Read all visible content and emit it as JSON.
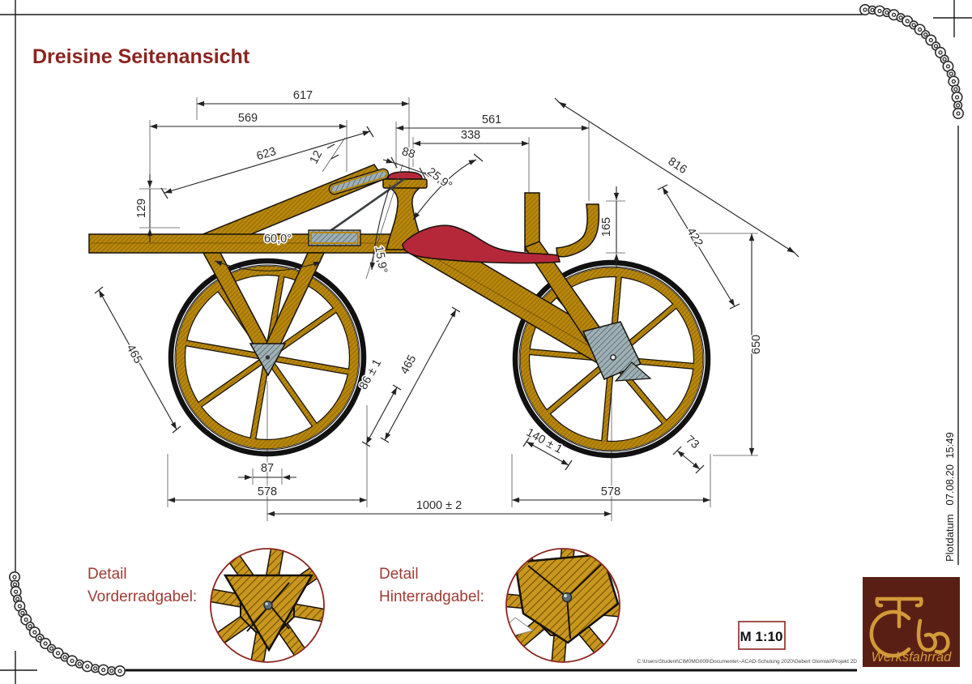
{
  "title": "Dreisine Seitenansicht",
  "dims": {
    "d617": "617",
    "d569": "569",
    "d561": "561",
    "d338": "338",
    "d623": "623",
    "d12": "12",
    "d88": "88",
    "a259": "25,9°",
    "d129": "129",
    "a60": "60,0°",
    "a159": "15,9°",
    "d165": "165",
    "d816": "816",
    "d422": "422",
    "d650": "650",
    "d465f": "465",
    "d86": "86 ± 1",
    "d465r": "465",
    "d140": "140 ± 1",
    "d73": "73",
    "d87": "87",
    "d578l": "578",
    "d1000": "1000 ± 2",
    "d578r": "578"
  },
  "details": {
    "front": {
      "line1": "Detail",
      "line2": "Vorderradgabel:"
    },
    "rear": {
      "line1": "Detail",
      "line2": "Hinterradgabel:"
    }
  },
  "scale_box": {
    "label": "M 1:10"
  },
  "plot_info": {
    "text": "Plotdatum   07.08.20  15:49"
  },
  "footer_path": "C:\\Users\\Student\\CIM0MG009\\Documente\\~ACAD-Schulung 2020\\Gebert Glomski\\Projekt 2D",
  "logo": {
    "brand": "Werksfahrrad"
  },
  "colors": {
    "wood": "#B8860B",
    "seat_red": "#B5283A",
    "title_red": "#8B2520",
    "detail_red": "#9E3B33",
    "logo_bg": "#5A1F14",
    "logo_gold": "#D29B38",
    "hub_gray": "#9FB0B5"
  }
}
